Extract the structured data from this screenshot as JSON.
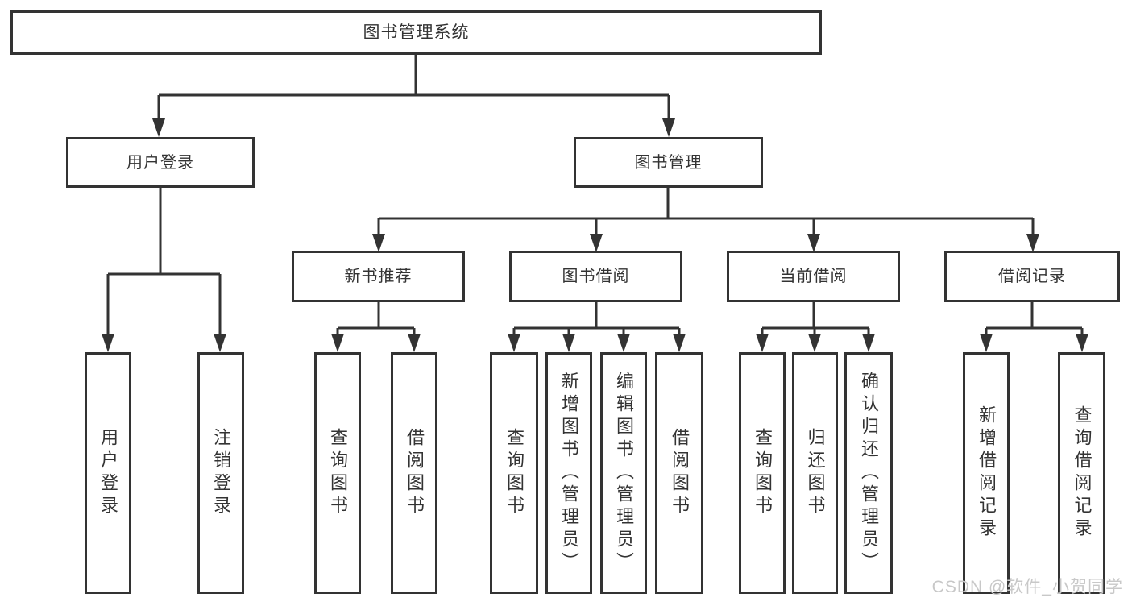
{
  "colors": {
    "line": "#333333",
    "text": "#333333",
    "background": "#ffffff",
    "watermark": "#c8c8c8"
  },
  "watermark": {
    "text": "CSDN @软件_小贺同学"
  },
  "diagram": {
    "type": "tree",
    "root": {
      "label": "图书管理系统",
      "children": [
        {
          "label": "用户登录",
          "children": [
            {
              "label": "用户登录"
            },
            {
              "label": "注销登录"
            }
          ]
        },
        {
          "label": "图书管理",
          "children": [
            {
              "label": "新书推荐",
              "children": [
                {
                  "label": "查询图书"
                },
                {
                  "label": "借阅图书"
                }
              ]
            },
            {
              "label": "图书借阅",
              "children": [
                {
                  "label": "查询图书"
                },
                {
                  "label": "新增图书（管理员）"
                },
                {
                  "label": "编辑图书（管理员）"
                },
                {
                  "label": "借阅图书"
                }
              ]
            },
            {
              "label": "当前借阅",
              "children": [
                {
                  "label": "查询图书"
                },
                {
                  "label": "归还图书"
                },
                {
                  "label": "确认归还（管理员）"
                }
              ]
            },
            {
              "label": "借阅记录",
              "children": [
                {
                  "label": "新增借阅记录"
                },
                {
                  "label": "查询借阅记录"
                }
              ]
            }
          ]
        }
      ]
    }
  }
}
